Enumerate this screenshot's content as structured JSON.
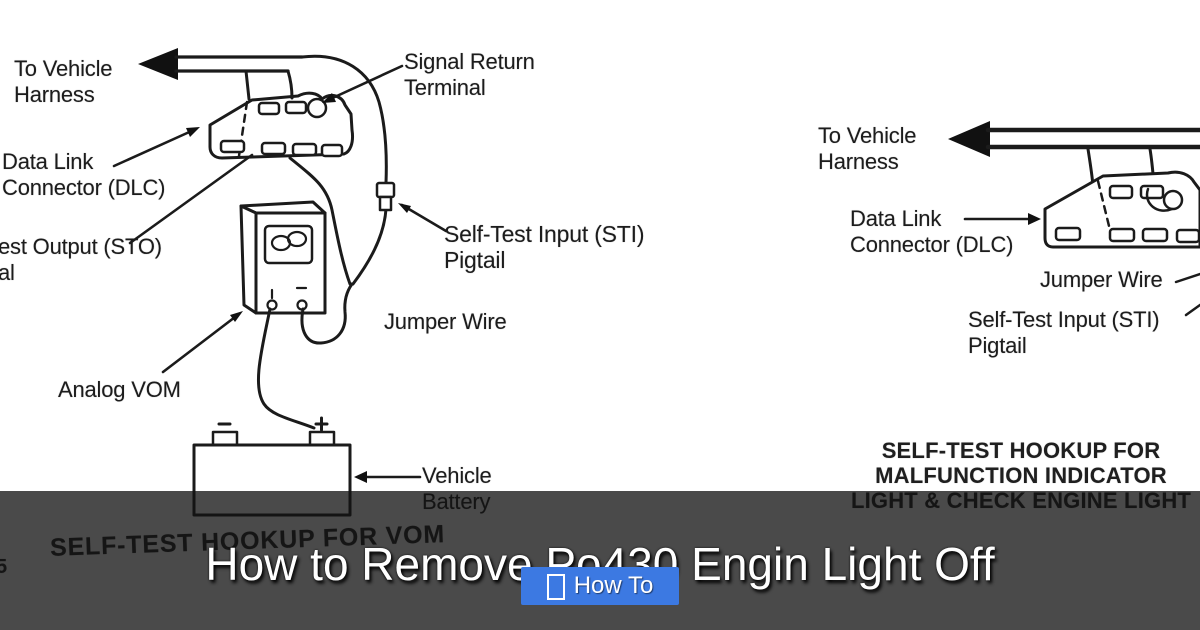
{
  "card": {
    "background": "#ffffff",
    "colors": {
      "overlay_bar": "#4a4a4a",
      "button_bg": "#3c79e2",
      "title_text": "#ffffff",
      "line_art": "#1b1b1b"
    }
  },
  "diagram_left": {
    "labels": {
      "to_vehicle_harness": [
        "To Vehicle",
        "Harness"
      ],
      "signal_return_terminal": [
        "Signal Return",
        "Terminal"
      ],
      "data_link_connector": [
        "Data Link",
        "Connector (DLC)"
      ],
      "test_output_sto_clipped": [
        "est Output (STO)",
        "al"
      ],
      "self_test_input_pigtail": [
        "Self-Test Input (STI)",
        "Pigtail"
      ],
      "jumper_wire": "Jumper Wire",
      "analog_vom": "Analog VOM",
      "vehicle_battery": [
        "Vehicle",
        "Battery"
      ],
      "caption": "SELF-TEST HOOKUP FOR VOM",
      "caption_edge_fragment": "5"
    }
  },
  "diagram_right": {
    "labels": {
      "to_vehicle_harness": [
        "To Vehicle",
        "Harness"
      ],
      "data_link_connector": [
        "Data Link",
        "Connector (DLC)"
      ],
      "jumper_wire": "Jumper Wire",
      "self_test_input_pigtail": [
        "Self-Test Input (STI)",
        "Pigtail"
      ],
      "caption": [
        "SELF-TEST HOOKUP FOR",
        "MALFUNCTION INDICATOR",
        "LIGHT & CHECK ENGINE LIGHT"
      ]
    }
  },
  "overlay": {
    "title": "How to Remove Po430 Engin Light Off",
    "button": {
      "label": "How To"
    }
  }
}
